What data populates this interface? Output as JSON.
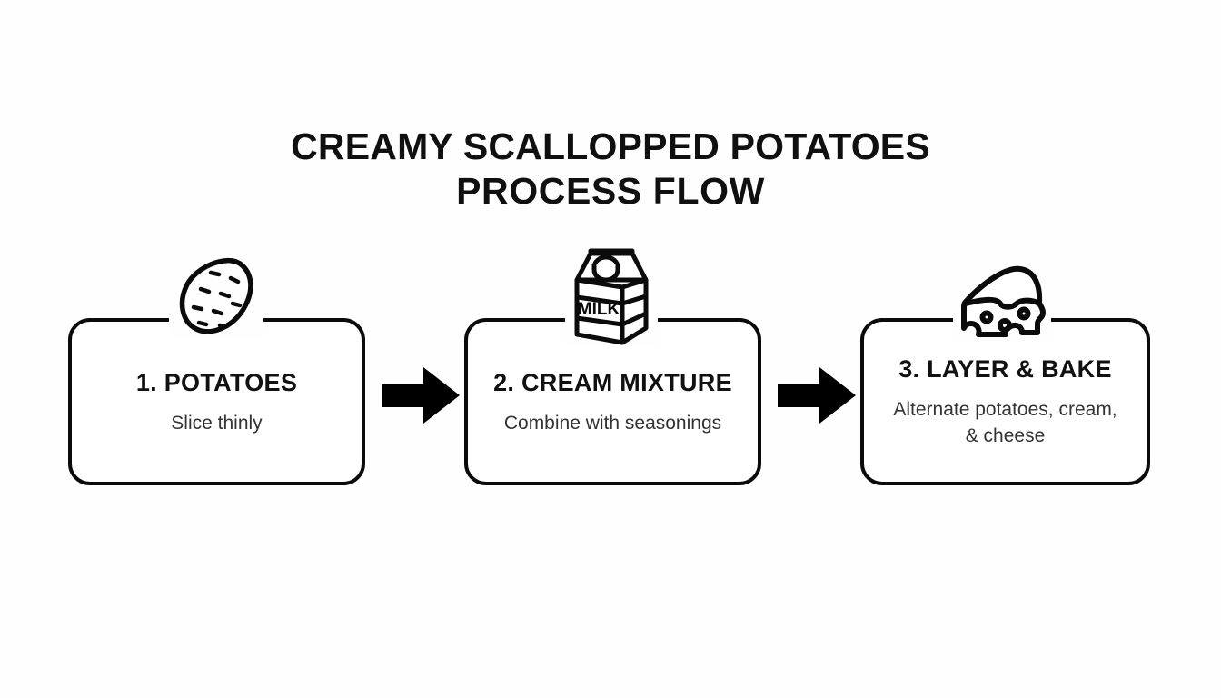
{
  "colors": {
    "background": "#fefefe",
    "stroke": "#0b0b0b",
    "title_text": "#101010",
    "step_title_text": "#111111",
    "step_desc_text": "#333333",
    "arrow_fill": "#000000"
  },
  "header": {
    "title_line_1": "CREAMY SCALLOPPED POTATOES",
    "title_line_2": "PROCESS FLOW"
  },
  "flow": {
    "steps": [
      {
        "id": "potatoes",
        "title": "1. POTATOES",
        "description": "Slice thinly",
        "icon": "potato-icon"
      },
      {
        "id": "cream-mixture",
        "title": "2. CREAM MIXTURE",
        "description": "Combine with seasonings",
        "icon": "milk-carton-icon",
        "icon_label": "MILK"
      },
      {
        "id": "layer-and-bake",
        "title": "3. LAYER & BAKE",
        "description": "Alternate potatoes, cream, & cheese",
        "icon": "cheese-wedge-icon"
      }
    ],
    "connectors": [
      {
        "id": "connector-1",
        "icon": "arrow-right-icon",
        "from": "potatoes",
        "to": "cream-mixture"
      },
      {
        "id": "connector-2",
        "icon": "arrow-right-icon",
        "from": "cream-mixture",
        "to": "layer-and-bake"
      }
    ]
  }
}
